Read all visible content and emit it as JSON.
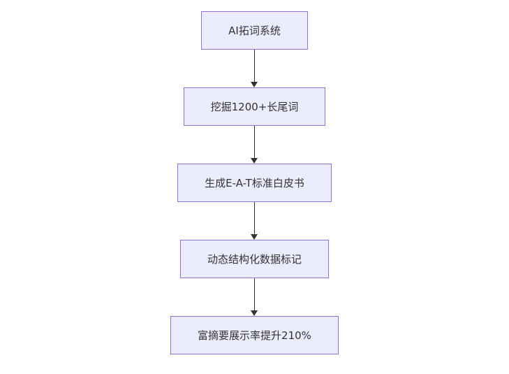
{
  "flowchart": {
    "title": "AI SEO flow diagram",
    "nodes": [
      {
        "id": "node-1",
        "label": "AI拓词系统"
      },
      {
        "id": "node-2",
        "label": "挖掘1200+长尾词"
      },
      {
        "id": "node-3",
        "label": "生成E-A-T标准白皮书"
      },
      {
        "id": "node-4",
        "label": "动态结构化数据标记"
      },
      {
        "id": "node-5",
        "label": "富摘要展示率提升210%"
      }
    ],
    "edges": [
      {
        "from": "node-1",
        "to": "node-2"
      },
      {
        "from": "node-2",
        "to": "node-3"
      },
      {
        "from": "node-3",
        "to": "node-4"
      },
      {
        "from": "node-4",
        "to": "node-5"
      }
    ],
    "colors": {
      "node_fill": "#ECECFF",
      "node_border": "#9370DB",
      "arrow": "#333333",
      "text": "#333333",
      "background": "#ffffff"
    }
  }
}
